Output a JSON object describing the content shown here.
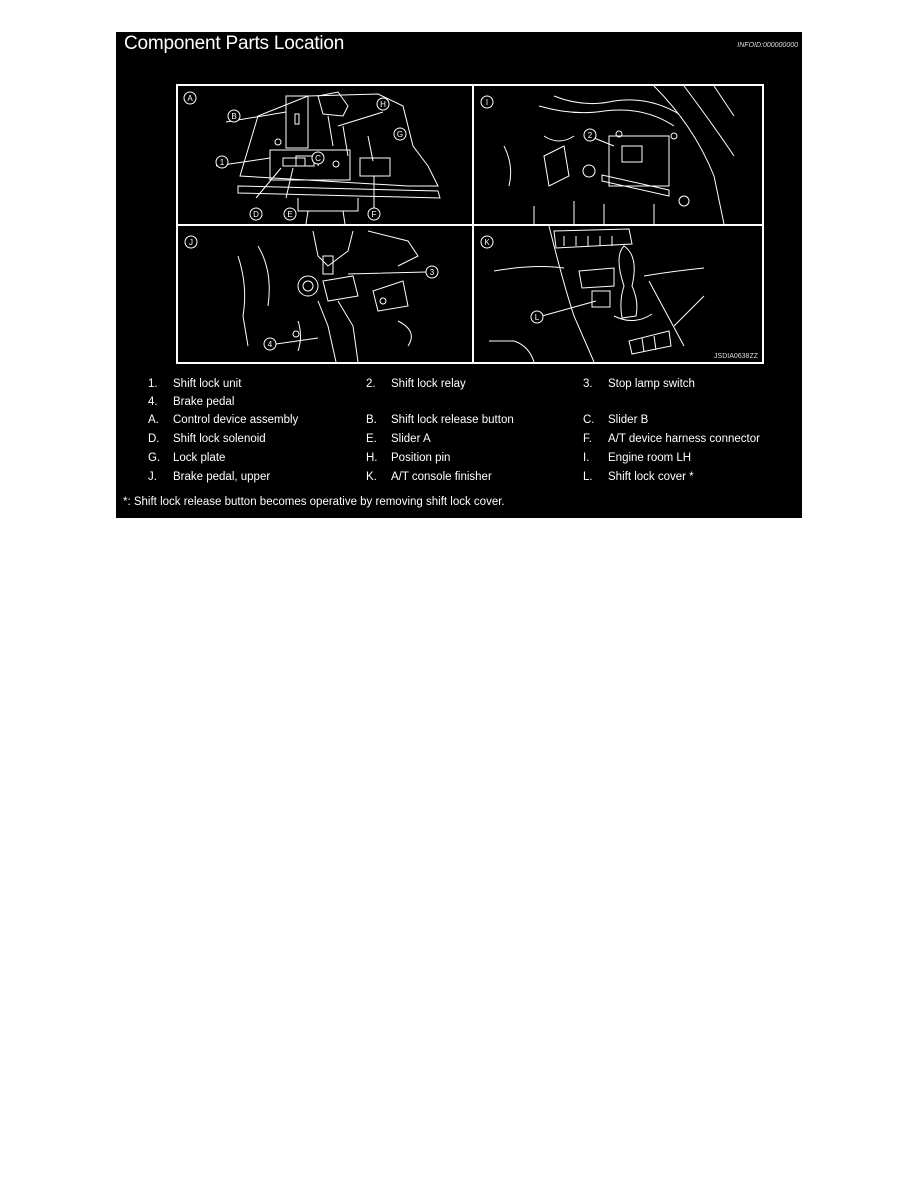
{
  "header": {
    "title": "Component Parts Location",
    "info_id": "INFOID:000000000"
  },
  "figure": {
    "code": "JSDIA0638ZZ",
    "panels": [
      {
        "id": "A",
        "callouts": [
          "A",
          "B",
          "H",
          "G",
          "1",
          "C",
          "D",
          "E",
          "F"
        ]
      },
      {
        "id": "I",
        "callouts": [
          "I",
          "2"
        ]
      },
      {
        "id": "J",
        "callouts": [
          "J",
          "3",
          "4"
        ]
      },
      {
        "id": "K",
        "callouts": [
          "K",
          "L"
        ]
      }
    ]
  },
  "legend": {
    "rows": [
      [
        {
          "key": "1.",
          "label": "Shift lock unit"
        },
        {
          "key": "2.",
          "label": "Shift lock relay"
        },
        {
          "key": "3.",
          "label": "Stop lamp switch"
        }
      ],
      [
        {
          "key": "4.",
          "label": "Brake pedal"
        },
        {
          "key": "",
          "label": ""
        },
        {
          "key": "",
          "label": ""
        }
      ],
      [
        {
          "key": "A.",
          "label": "Control device assembly"
        },
        {
          "key": "B.",
          "label": "Shift lock release button"
        },
        {
          "key": "C.",
          "label": "Slider B"
        }
      ],
      [
        {
          "key": "D.",
          "label": "Shift lock solenoid"
        },
        {
          "key": "E.",
          "label": "Slider A"
        },
        {
          "key": "F.",
          "label": "A/T device harness connector"
        }
      ],
      [
        {
          "key": "G.",
          "label": "Lock plate"
        },
        {
          "key": "H.",
          "label": "Position pin"
        },
        {
          "key": "I.",
          "label": "Engine room LH"
        }
      ],
      [
        {
          "key": "J.",
          "label": "Brake pedal, upper"
        },
        {
          "key": "K.",
          "label": "A/T console finisher"
        },
        {
          "key": "L.",
          "label": "Shift lock cover *"
        }
      ]
    ],
    "footnote": "*: Shift lock release button becomes operative by removing shift lock cover."
  }
}
